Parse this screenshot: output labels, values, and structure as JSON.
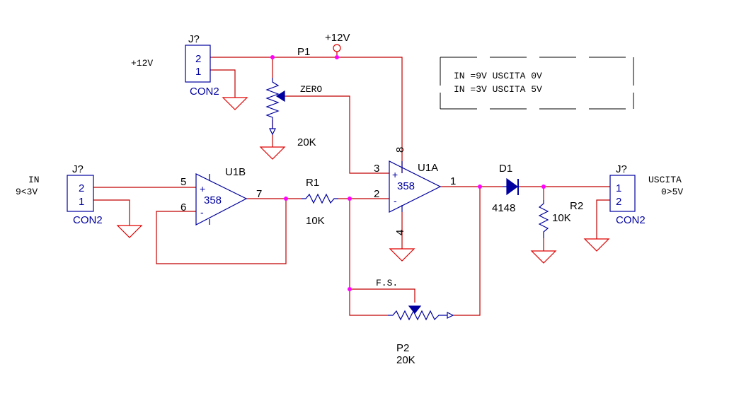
{
  "colors": {
    "wire": "#c00000",
    "component": "#0000a0",
    "junction": "#ff00ff",
    "ground": "#e00000",
    "text": "#000000"
  },
  "connector_j_in": {
    "ref": "J?",
    "pin_top": "2",
    "pin_bottom": "1",
    "type": "CON2"
  },
  "connector_j_power": {
    "ref": "J?",
    "pin_top": "2",
    "pin_bottom": "1",
    "type": "CON2"
  },
  "connector_j_out": {
    "ref": "J?",
    "pin_top": "1",
    "pin_bottom": "2",
    "type": "CON2"
  },
  "labels": {
    "in_title": "IN",
    "in_range": "9<3V",
    "power_left": "+12V",
    "power_top": "+12V",
    "out_title": "USCITA",
    "out_range": "0>5V",
    "zero": "ZERO",
    "fs": "F.S."
  },
  "p1": {
    "ref": "P1",
    "value": "20K"
  },
  "p2": {
    "ref": "P2",
    "value": "20K"
  },
  "r1": {
    "ref": "R1",
    "value": "10K"
  },
  "r2": {
    "ref": "R2",
    "value": "10K"
  },
  "d1": {
    "ref": "D1",
    "value": "4148"
  },
  "u1b": {
    "ref": "U1B",
    "part": "358",
    "pin_plus": "5",
    "pin_minus": "6",
    "pin_out": "7",
    "plus_sign": "+",
    "minus_sign": "-"
  },
  "u1a": {
    "ref": "U1A",
    "part": "358",
    "pin_plus": "3",
    "pin_minus": "2",
    "pin_out": "1",
    "pin_vcc": "8",
    "pin_gnd": "4",
    "plus_sign": "+",
    "minus_sign": "-"
  },
  "note": {
    "line1": "IN =9V USCITA 0V",
    "line2": "IN =3V USCITA 5V"
  }
}
